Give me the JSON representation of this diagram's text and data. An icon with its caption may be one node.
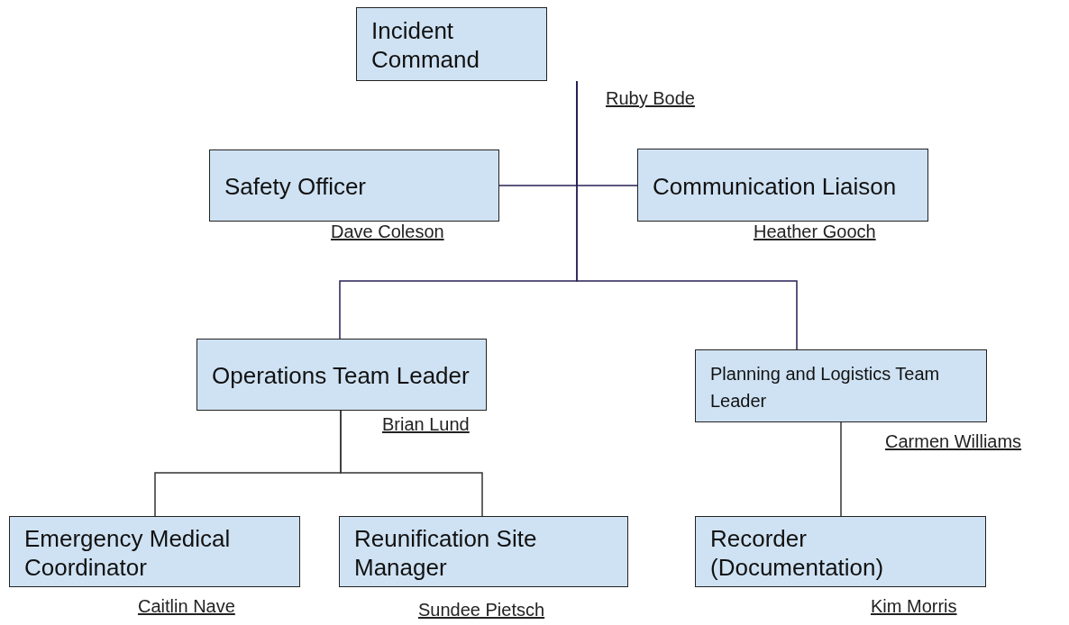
{
  "diagram": {
    "nodes": [
      {
        "text": [
          "Incident Command"
        ],
        "beside": [
          "Ruby Bode"
        ]
      },
      {
        "text": [
          "Safety Officer"
        ],
        "beside": [
          "Dave Coleson"
        ]
      },
      {
        "text": [
          "Communication Liaison"
        ],
        "beside": [
          "Heather Gooch"
        ]
      },
      {
        "text": [
          "Operations Team Leader"
        ],
        "beside": [
          "Brian Lund"
        ]
      },
      {
        "text": [
          "Planning and Logistics Team Leader"
        ],
        "beside": [
          "Carmen Williams"
        ]
      },
      {
        "text": [
          "Emergency Medical Coordinator"
        ],
        "beside": [
          "Caitlin Nave"
        ]
      },
      {
        "text": [
          "Reunification Site Manager"
        ],
        "beside": [
          "Sundee Pietsch"
        ]
      },
      {
        "text": [
          "Recorder (Documentation)"
        ],
        "beside": [
          "Kim Morris"
        ]
      }
    ],
    "edges": [
      {
        "from": 0,
        "to": 1,
        "arrow": "none"
      },
      {
        "from": 0,
        "to": 2,
        "arrow": "none"
      },
      {
        "from": 0,
        "to": 3,
        "arrow": "none"
      },
      {
        "from": 0,
        "to": 4,
        "arrow": "none"
      },
      {
        "from": 3,
        "to": 5,
        "arrow": "none"
      },
      {
        "from": 3,
        "to": 6,
        "arrow": "none"
      },
      {
        "from": 4,
        "to": 7,
        "arrow": "none"
      }
    ]
  }
}
